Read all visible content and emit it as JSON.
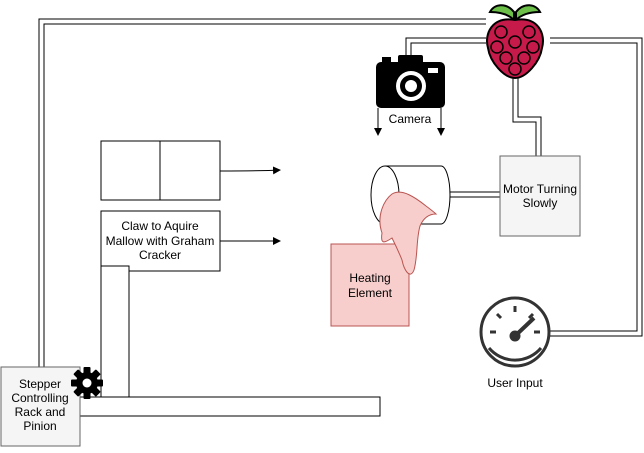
{
  "labels": {
    "camera": "Camera",
    "claw_line1": "Claw to Aquire",
    "claw_line2": "Mallow with Graham",
    "claw_line3": "Cracker",
    "motor_line1": "Motor Turning",
    "motor_line2": "Slowly",
    "heating_line1": "Heating",
    "heating_line2": "Element",
    "user_input": "User Input",
    "stepper_line1": "Stepper",
    "stepper_line2": "Controlling",
    "stepper_line3": "Rack and",
    "stepper_line4": "Pinion"
  },
  "icons": [
    "raspberry-pi-icon",
    "camera-icon",
    "gear-icon",
    "gauge-icon"
  ],
  "colors": {
    "heating_fill": "#f8cecc",
    "heating_stroke": "#b85450",
    "motor_fill": "#f5f5f5",
    "motor_stroke": "#666666",
    "stepper_fill": "#f5f5f5",
    "raspberry_red": "#c51a4a",
    "leaf_green": "#6cc04a"
  }
}
